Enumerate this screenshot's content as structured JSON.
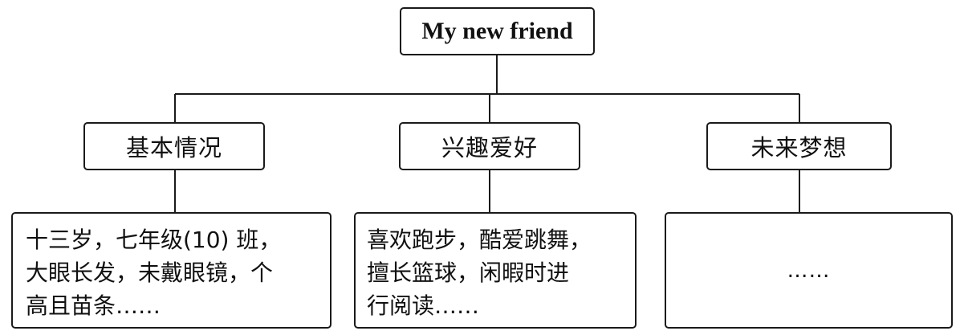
{
  "title": "My new friend",
  "categories": [
    {
      "label": "基本情况",
      "details": [
        "十三岁，七年级(10) 班，",
        "大眼长发，未戴眼镜，个",
        "高且苗条……"
      ]
    },
    {
      "label": "兴趣爱好",
      "details": [
        "喜欢跑步，酷爱跳舞，",
        "擅长篮球，闲暇时进",
        "行阅读……"
      ]
    },
    {
      "label": "未来梦想",
      "details": [
        "……"
      ]
    }
  ]
}
